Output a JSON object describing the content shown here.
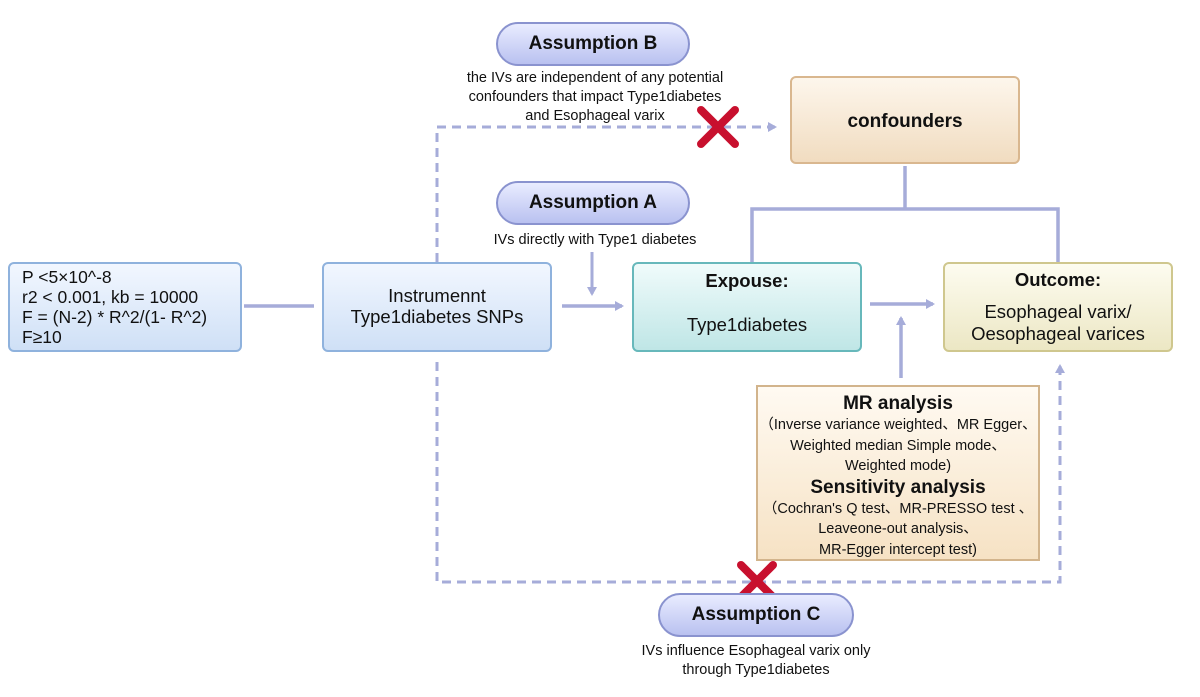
{
  "criteria": {
    "lines": [
      "P <5×10^-8",
      "r2 < 0.001, kb = 10000",
      "F = (N-2) * R^2/(1- R^2)",
      "F≥10"
    ]
  },
  "instrument": {
    "lines": [
      "Instrumennt",
      "Type1diabetes SNPs"
    ]
  },
  "exposure": {
    "title": "Expouse:",
    "value": "Type1diabetes"
  },
  "outcome": {
    "title": "Outcome:",
    "lines": [
      "Esophageal varix/",
      "Oesophageal varices"
    ]
  },
  "confounders": {
    "label": "confounders"
  },
  "assumption_a": {
    "label": "Assumption A",
    "text": "IVs directly with Type1 diabetes"
  },
  "assumption_b": {
    "label": "Assumption B",
    "lines": [
      "the IVs are independent of any potential",
      "confounders that impact Type1diabetes",
      "and Esophageal varix"
    ]
  },
  "assumption_c": {
    "label": "Assumption C",
    "lines": [
      "IVs influence Esophageal varix only",
      "through Type1diabetes"
    ]
  },
  "mr_box": {
    "mr_title": "MR analysis",
    "mr_lines": [
      "（Inverse variance weighted、MR Egger、",
      "Weighted median Simple mode、",
      "Weighted mode)"
    ],
    "sens_title": "Sensitivity analysis",
    "sens_lines": [
      "（Cochran's Q test、MR-PRESSO test 、",
      "Leaveone-out analysis、",
      "MR-Egger intercept test)"
    ]
  },
  "colors": {
    "connector": "#a6acd9",
    "cross": "#c8102e"
  },
  "icons": [
    "cross-mark-icon",
    "arrow-head-icon"
  ]
}
